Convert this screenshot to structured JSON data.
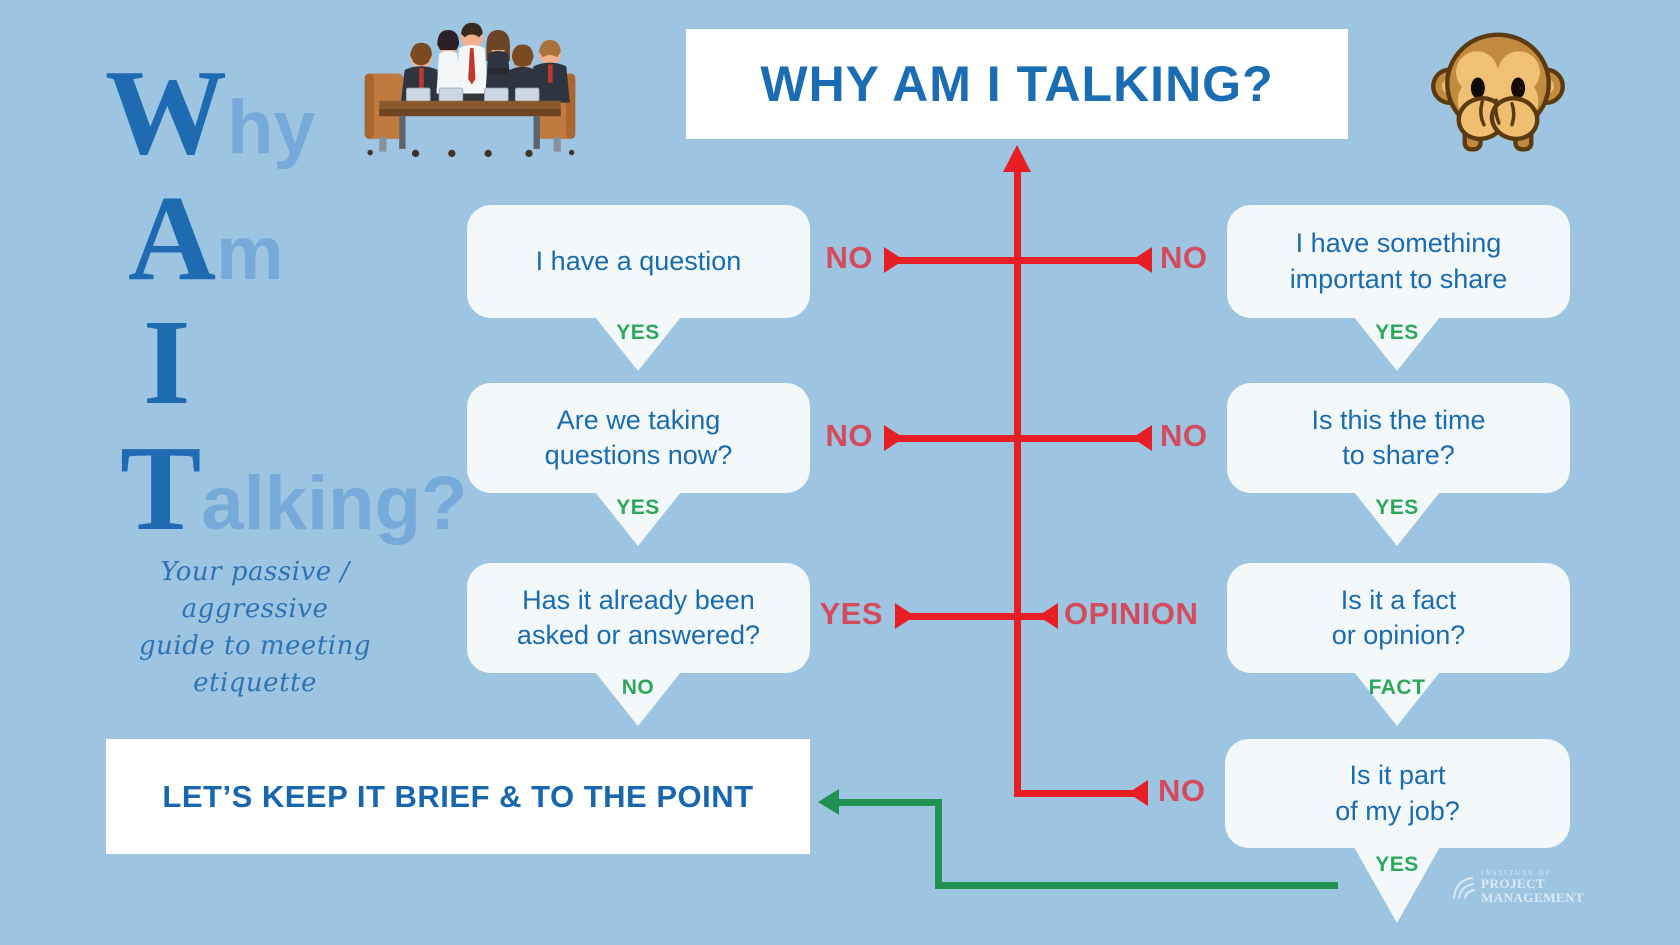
{
  "title": {
    "text": "WHY AM I TALKING?"
  },
  "wait": {
    "lines": [
      {
        "big": "W",
        "rest": "hy"
      },
      {
        "big": "A",
        "rest": "m"
      },
      {
        "big": "I",
        "rest": ""
      },
      {
        "big": "T",
        "rest": "alking?"
      }
    ],
    "tagline1": "Your passive / aggressive",
    "tagline2": "guide to meeting etiquette"
  },
  "flow": {
    "left": [
      {
        "text": "I have a question",
        "tail": "YES"
      },
      {
        "text": "Are we taking\nquestions now?",
        "tail": "YES"
      },
      {
        "text": "Has it already been\nasked or answered?",
        "tail": "NO"
      }
    ],
    "right": [
      {
        "text": "I have something\nimportant to share",
        "tail": "YES"
      },
      {
        "text": "Is this the time\nto share?",
        "tail": "YES"
      },
      {
        "text": "Is it a fact\nor opinion?",
        "tail": "FACT"
      },
      {
        "text": "Is it part\nof my job?",
        "tail": "YES"
      }
    ],
    "result": {
      "text": "LET’S KEEP IT BRIEF & TO THE POINT"
    },
    "connectors": {
      "row1_left": "NO",
      "row1_right": "NO",
      "row2_left": "NO",
      "row2_right": "NO",
      "row3_left": "YES",
      "row3_right": "OPINION",
      "row4_right": "NO"
    }
  },
  "logo": {
    "line1": "INSTITUTE OF",
    "line2": "PROJECT",
    "line3": "MANAGEMENT"
  },
  "icons": {
    "meeting": "meeting-people-illustration",
    "monkey": "speak-no-evil-monkey"
  },
  "colors": {
    "background": "#9dc5e2",
    "box_fill": "#f3f8fb",
    "white_box": "#ffffff",
    "text_blue": "#1a6cb0",
    "title_blue": "#1b6db3",
    "wait_dark_blue": "#1e6bb2",
    "wait_light_blue": "#76aad8",
    "red_line": "#e71f25",
    "red_label": "#d34b5c",
    "green_label": "#2ca85b",
    "green_line": "#1f9150"
  }
}
